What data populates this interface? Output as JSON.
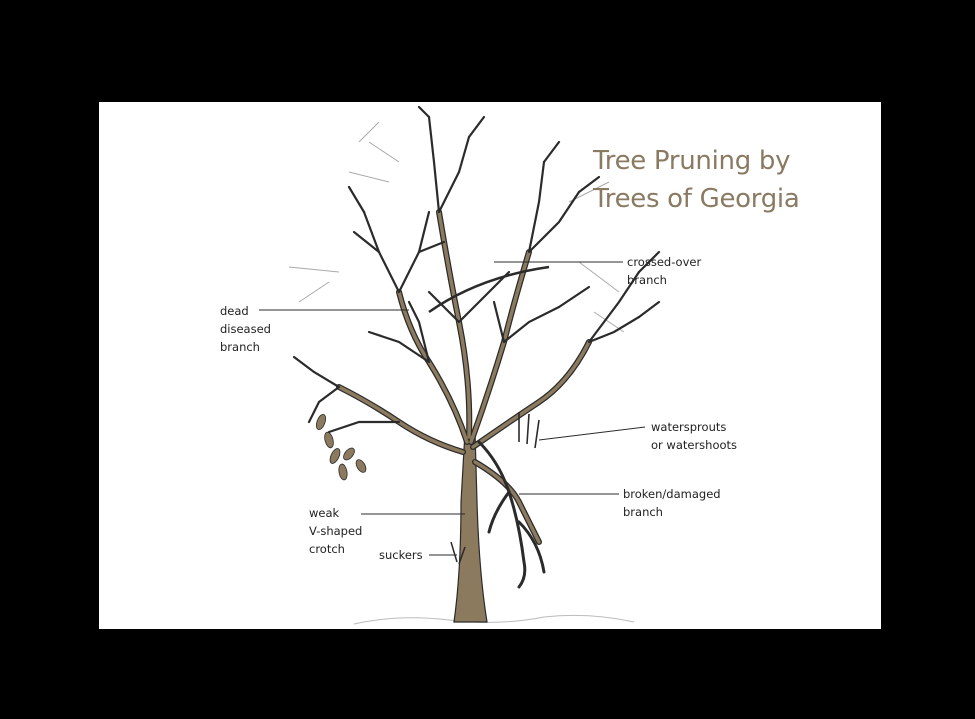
{
  "title": {
    "line1": "Tree Pruning by",
    "line2": "Trees of Georgia"
  },
  "labels": {
    "crossed_over": [
      "crossed-over",
      "branch"
    ],
    "dead_diseased": [
      "dead",
      "diseased",
      "branch"
    ],
    "watersprouts": [
      "watersprouts",
      "or watershoots"
    ],
    "broken_damaged": [
      "broken/damaged",
      "branch"
    ],
    "weak_crotch": [
      "weak",
      "V-shaped",
      "crotch"
    ],
    "suckers": [
      "suckers"
    ]
  },
  "colors": {
    "background": "#000000",
    "panel": "#ffffff",
    "title": "#8a7a62",
    "trunk_fill": "#8c7a5e",
    "outline": "#2b2b2b"
  }
}
